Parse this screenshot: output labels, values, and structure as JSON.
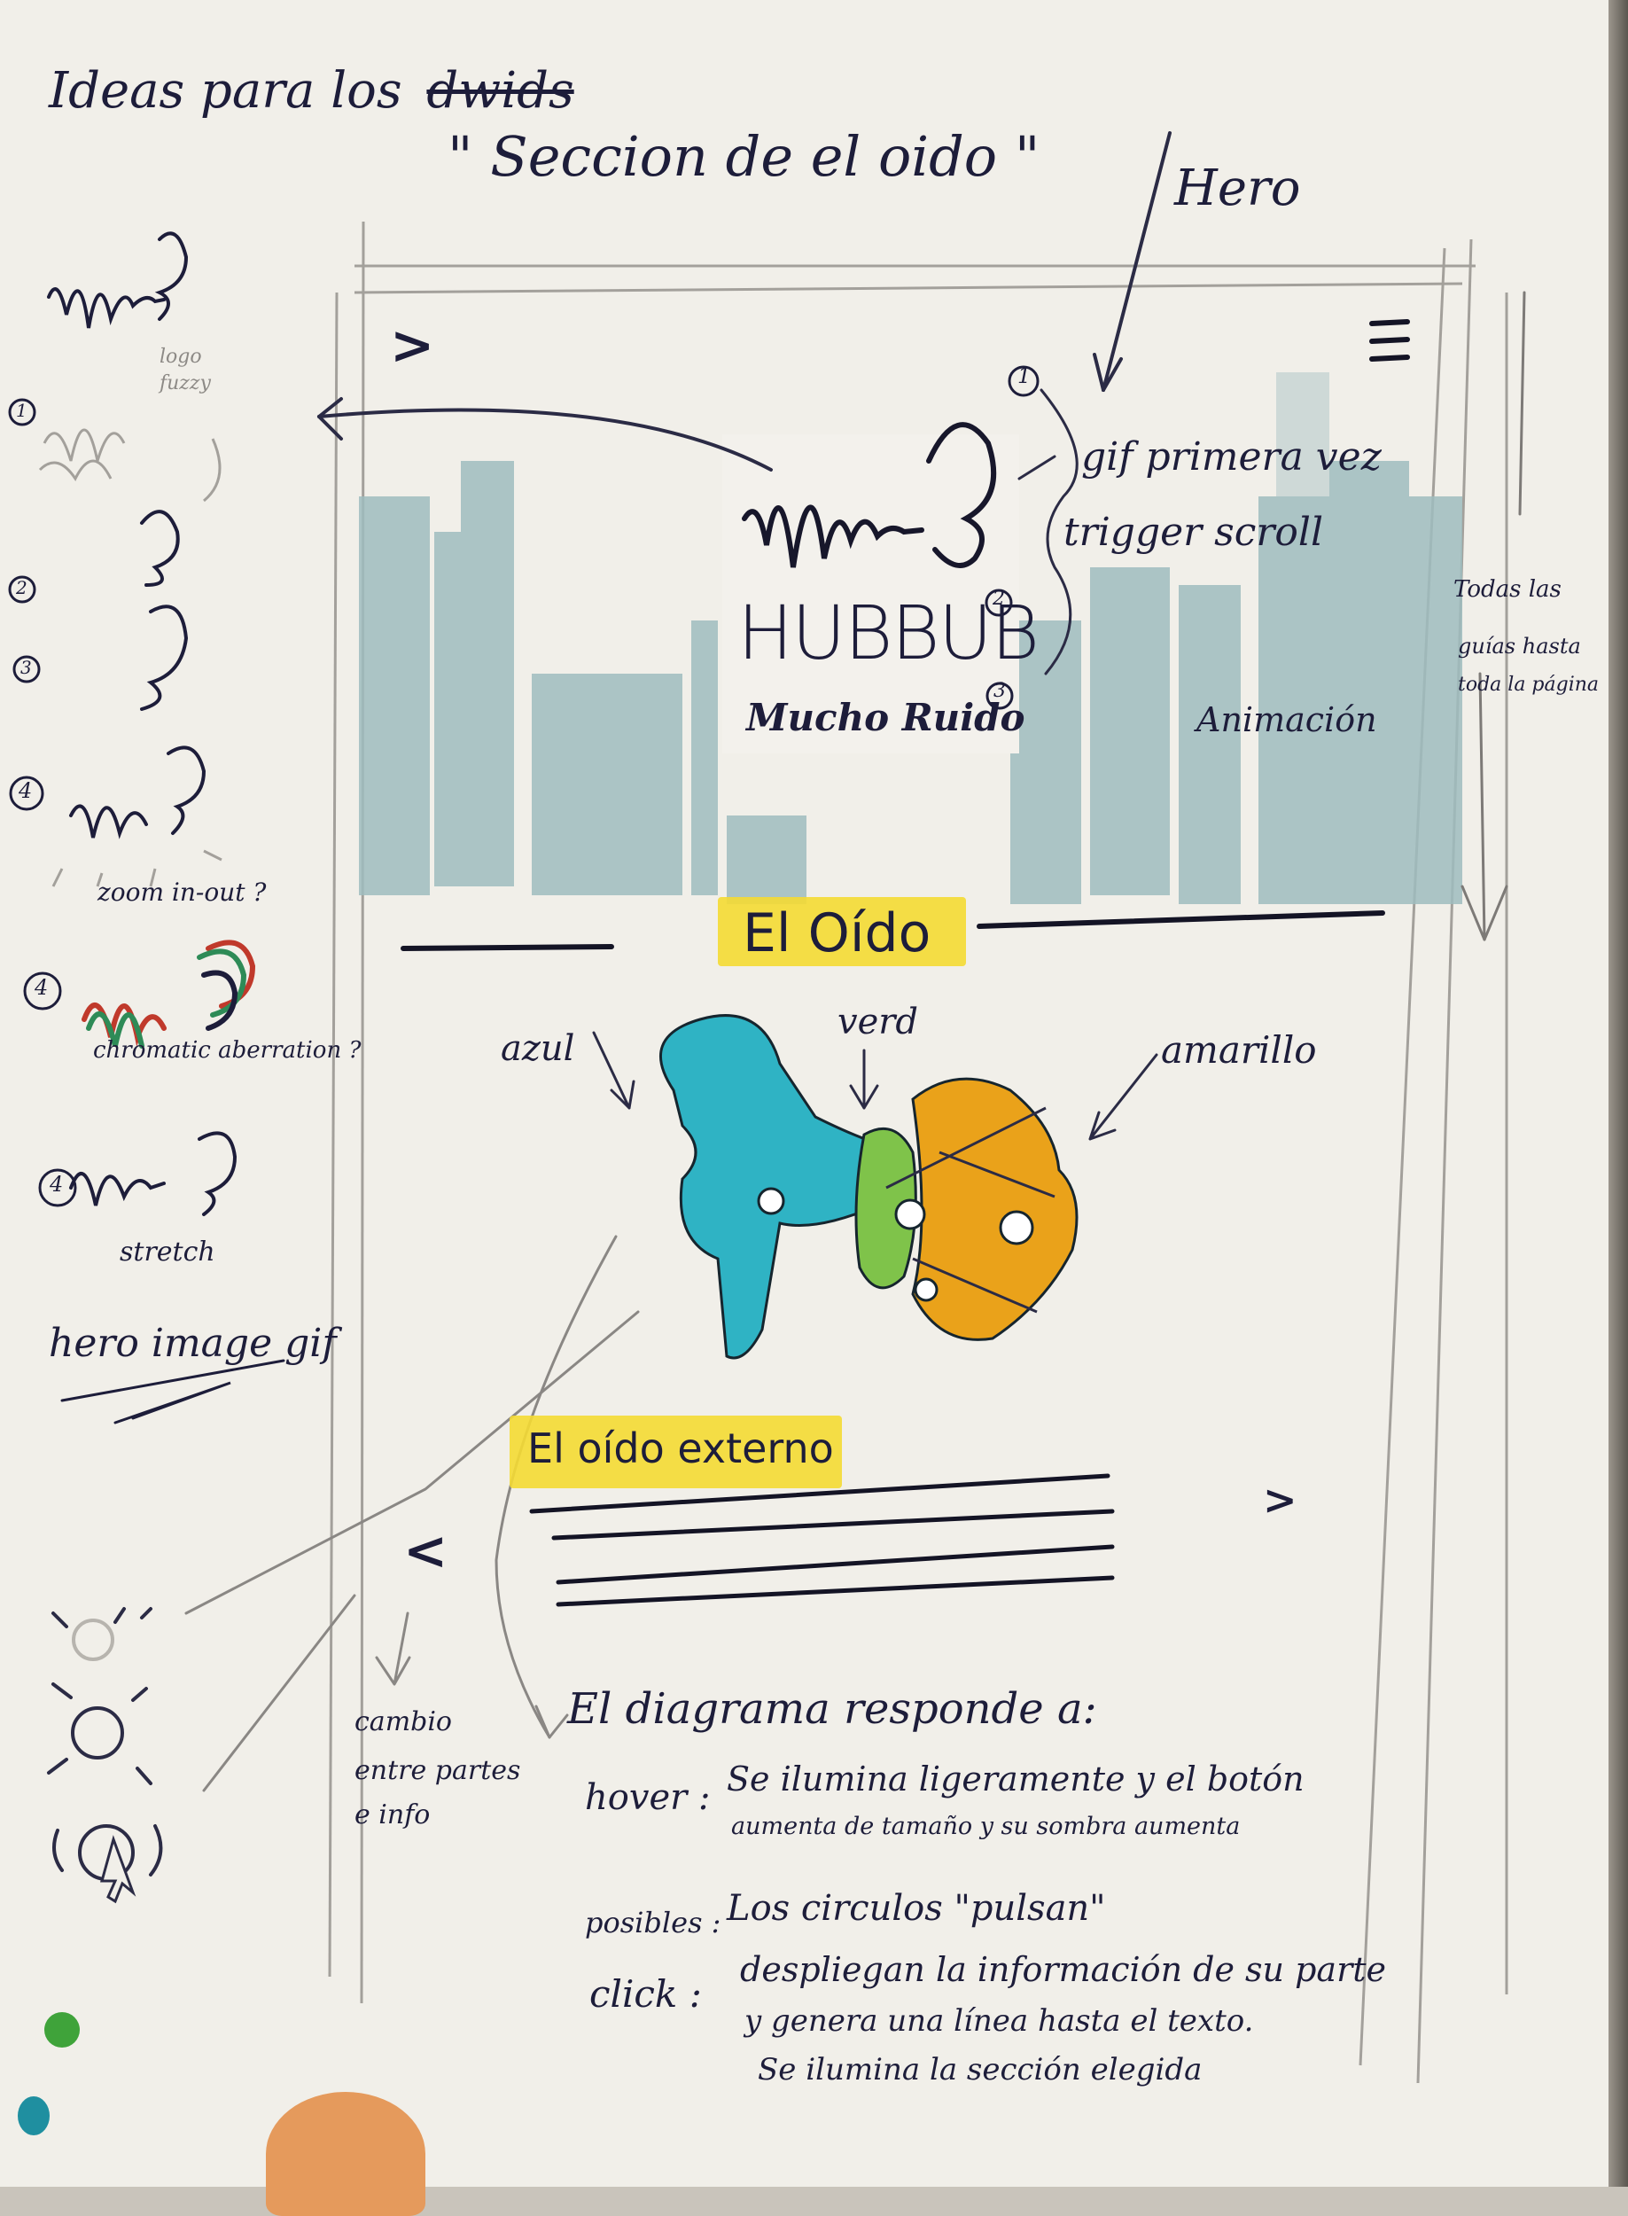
{
  "notes": {
    "top_title": "Ideas para los",
    "top_title_struck": "dwids",
    "subtitle": "\" Seccion de el oido \"",
    "hero": "Hero",
    "gif_line1": "gif primera vez",
    "gif_line2": "trigger scroll",
    "animacion": "Animación",
    "scroll_note_1": "Todas las",
    "scroll_note_2": "guías hasta",
    "scroll_note_3": "toda la página",
    "sketch_left_1": "logo",
    "sketch_left_2": "fuzzy",
    "sketch_zoom": "zoom in-out ?",
    "sketch_chroma": "chromatic aberration ?",
    "sketch_stretch": "stretch",
    "hero_image_gif": "hero image gif",
    "cambio_1": "cambio",
    "cambio_2": "entre partes",
    "cambio_3": "e info",
    "diagram_title": "El diagrama responde a:",
    "hover_label": "hover :",
    "hover_text_1": "Se ilumina ligeramente y el botón",
    "hover_text_2": "aumenta de tamaño y su sombra aumenta",
    "posibles_label": "posibles :",
    "posibles_text": "Los circulos \"pulsan\"",
    "click_label": "click :",
    "click_text_1": "despliegan la información de su parte",
    "click_text_2": "y genera una línea hasta el texto.",
    "click_text_3": "Se ilumina la sección elegida"
  },
  "wireframe": {
    "logo_title": "HUBBUB",
    "logo_subtitle": "Mucho Ruido",
    "section_title": "El Oído",
    "label_azul": "azul",
    "label_verde": "verd",
    "label_amarillo": "amarillo",
    "part_title": "El oído externo",
    "nav_prev": "<",
    "nav_next": ">",
    "open_arrow": ">",
    "menu_icon_name": "hamburger-menu-icon",
    "steps": [
      "1",
      "2",
      "3"
    ]
  },
  "left_steps": [
    "1",
    "2",
    "3",
    "4",
    "4",
    "4"
  ],
  "colors": {
    "paper": "#f1efe9",
    "ink": "#1d1d3a",
    "pencil": "#8d8a86",
    "highlight_yellow": "#f4da33",
    "ear_blue": "#2fb3c4",
    "ear_green": "#7fc34a",
    "ear_orange": "#eaa21a",
    "city_wash": "#9fbcbf"
  }
}
